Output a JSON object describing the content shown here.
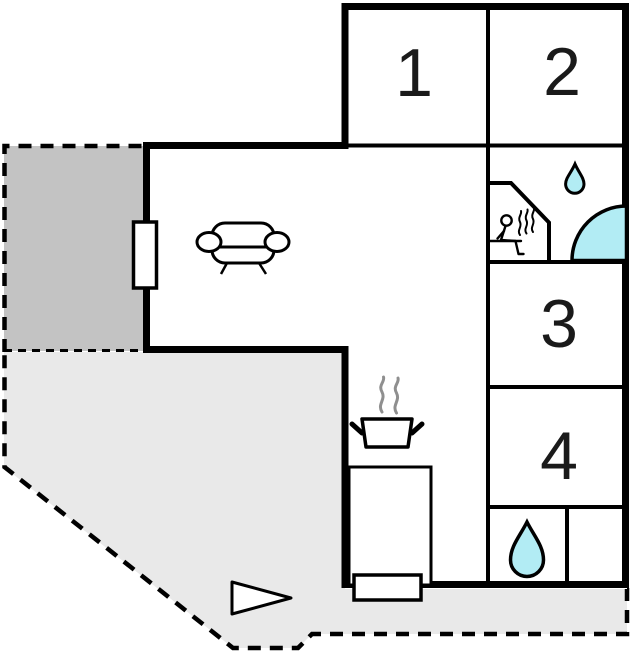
{
  "plan": {
    "type": "floor-plan",
    "rooms": [
      {
        "label": "1"
      },
      {
        "label": "2"
      },
      {
        "label": "3"
      },
      {
        "label": "4"
      }
    ],
    "icons": [
      "sofa-icon",
      "cooking-pot-icon",
      "steam-icon",
      "sauna-icon",
      "water-drop-icon",
      "corner-bath-icon",
      "window",
      "entrance-door",
      "direction-arrow-icon"
    ]
  },
  "colors": {
    "wall": "#000000",
    "interior_fill": "#ffffff",
    "terrace_dark": "#c3c3c3",
    "terrace_light": "#e9e9e9",
    "water": "#b2ecf4",
    "steam": "#8f8f8f",
    "label_text": "#1a1a1a"
  }
}
